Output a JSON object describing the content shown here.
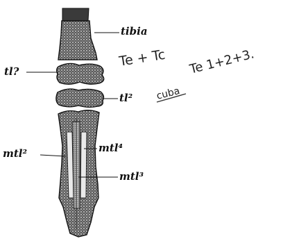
{
  "labels": {
    "tibia": "tibia",
    "tl1": "tl?",
    "tl2": "tl²",
    "mtl2": "mtl²",
    "mtl4": "mtl⁴",
    "mtl3": "mtl³"
  },
  "handwriting": {
    "note1": "Te + Tc",
    "note2_struck": "cuba",
    "note2": "Te 1+2+3."
  }
}
